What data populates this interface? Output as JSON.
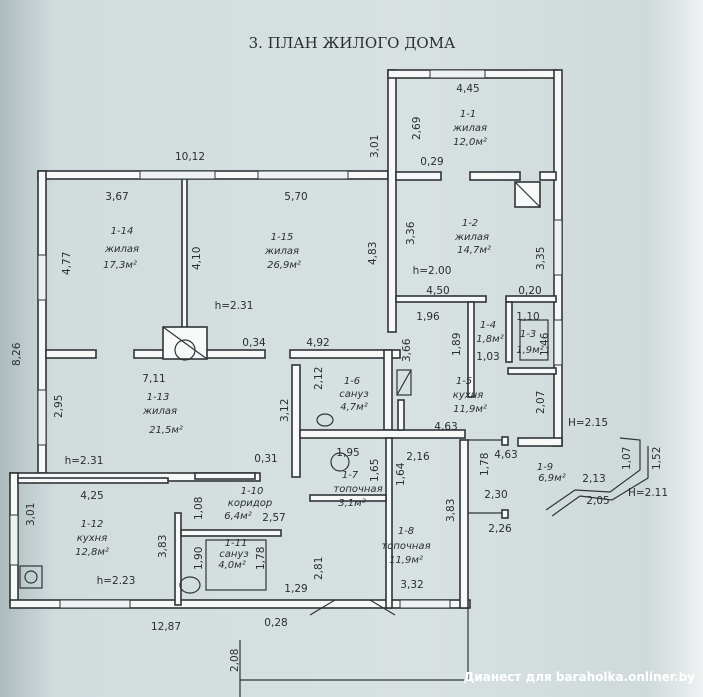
{
  "title": "3. ПЛАН ЖИЛОГО ДОМА",
  "watermark": "Дианест для baraholka.onliner.by",
  "rooms": [
    {
      "id": "1-1",
      "type": "жилая",
      "area": "12,0м²"
    },
    {
      "id": "1-2",
      "type": "жилая",
      "area": "14,7м²"
    },
    {
      "id": "1-3",
      "type": "",
      "area": "1,9м²"
    },
    {
      "id": "1-4",
      "type": "",
      "area": "1,8м²"
    },
    {
      "id": "1-5",
      "type": "кухня",
      "area": "11,9м²"
    },
    {
      "id": "1-6",
      "type": "сануз",
      "area": "4,7м²"
    },
    {
      "id": "1-7",
      "type": "топочная",
      "area": "3,1м²"
    },
    {
      "id": "1-8",
      "type": "топочная",
      "area": "11,9м²"
    },
    {
      "id": "1-9",
      "type": "",
      "area": "6,9м²"
    },
    {
      "id": "1-10",
      "type": "коридор",
      "area": "6,4м²"
    },
    {
      "id": "1-11",
      "type": "сануз",
      "area": "4,0м²"
    },
    {
      "id": "1-12",
      "type": "кухня",
      "area": "12,8м²"
    },
    {
      "id": "1-13",
      "type": "жилая",
      "area": "21,5м²"
    },
    {
      "id": "1-14",
      "type": "жилая",
      "area": "17,3м²"
    },
    {
      "id": "1-15",
      "type": "жилая",
      "area": "26,9м²"
    }
  ],
  "dimensions": [
    "4,45",
    "2,69",
    "3,01",
    "0,29",
    "10,12",
    "3,67",
    "5,70",
    "3,36",
    "3,35",
    "4,77",
    "4,10",
    "4,83",
    "h=2.00",
    "4,50",
    "0,20",
    "h=2.31",
    "1,96",
    "1,10",
    "0,34",
    "4,92",
    "3,66",
    "1,89",
    "1,46",
    "1,03",
    "8,26",
    "7,11",
    "2,12",
    "2,95",
    "3,12",
    "4,63",
    "2,07",
    "H=2.15",
    "h=2.31",
    "0,31",
    "1,95",
    "2,16",
    "1,65",
    "1,64",
    "1,78",
    "4,63",
    "2,13",
    "1,07",
    "1,52",
    "4,25",
    "3,01",
    "2,30",
    "H=2.11",
    "2,05",
    "1,08",
    "2,57",
    "3,83",
    "2,26",
    "3,83",
    "1,90",
    "1,78",
    "2,81",
    "h=2.23",
    "1,29",
    "3,32",
    "12,87",
    "0,28",
    "2,08"
  ]
}
